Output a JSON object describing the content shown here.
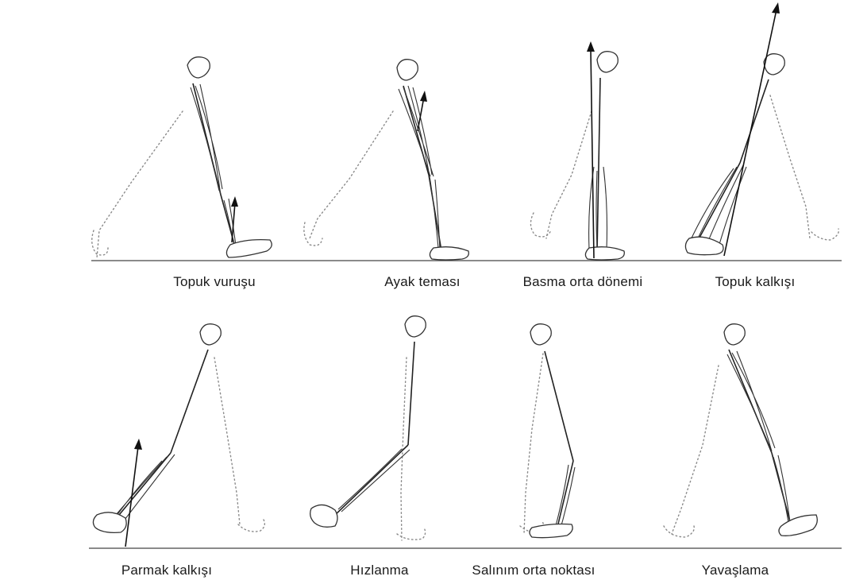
{
  "phases": [
    {
      "label": "Topuk vuruşu"
    },
    {
      "label": "Ayak teması"
    },
    {
      "label": "Basma orta dönemi"
    },
    {
      "label": "Topuk kalkışı"
    },
    {
      "label": "Parmak kalkışı"
    },
    {
      "label": "Hızlanma"
    },
    {
      "label": "Salınım orta noktası"
    },
    {
      "label": "Yavaşlama"
    }
  ]
}
